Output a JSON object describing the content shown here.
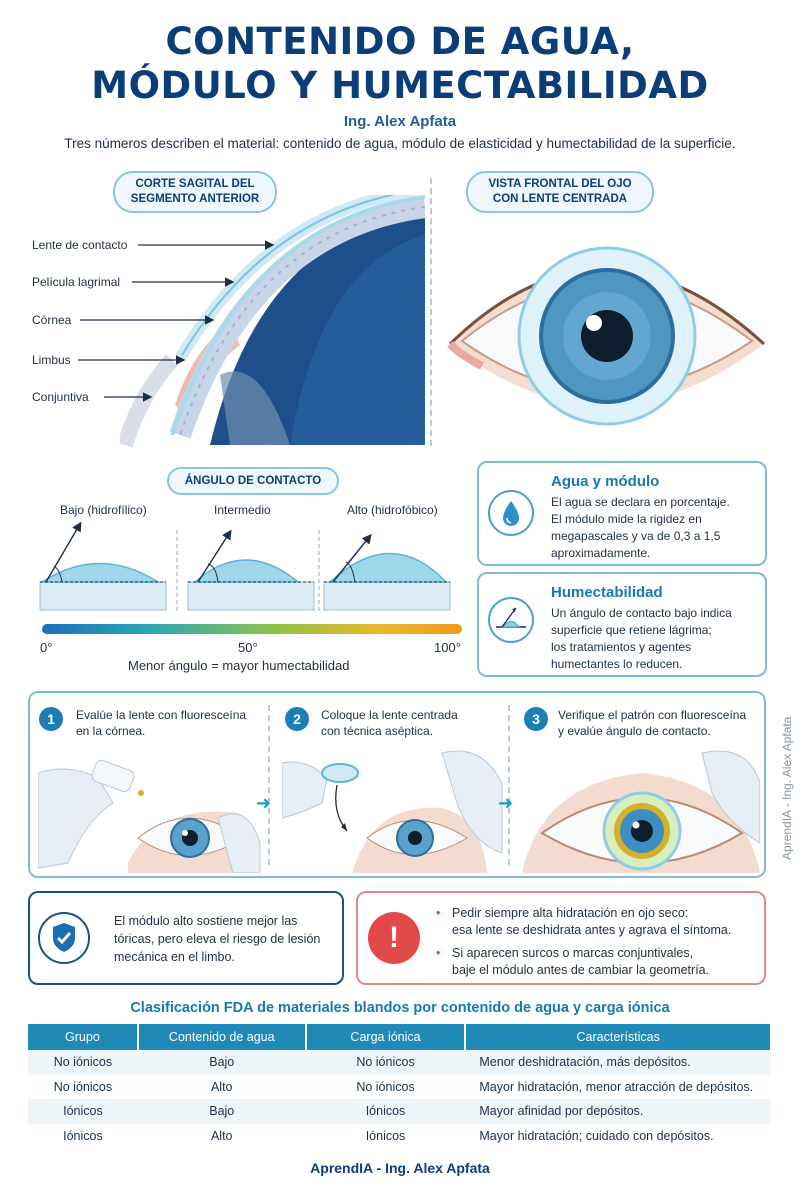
{
  "header": {
    "title_line1": "CONTENIDO DE AGUA,",
    "title_line2": "MÓDULO Y HUMECTABILIDAD",
    "author": "Ing. Alex Apfata",
    "subtitle": "Tres números describen el material: contenido de agua, módulo de elasticidad y humectabilidad de la superficie."
  },
  "sagittal": {
    "pill_line1": "CORTE SAGITAL DEL",
    "pill_line2": "SEGMENTO ANTERIOR",
    "labels": [
      "Lente de contacto",
      "Película lagrimal",
      "Córnea",
      "Limbus",
      "Conjuntiva"
    ]
  },
  "frontal": {
    "pill_line1": "VISTA FRONTAL DEL OJO",
    "pill_line2": "CON LENTE CENTRADA"
  },
  "contact_angle": {
    "pill": "ÁNGULO DE CONTACTO",
    "drops": [
      "Bajo (hidrofílico)",
      "Intermedio",
      "Alto (hidrofóbico)"
    ],
    "scale_min": "0°",
    "scale_mid": "50°",
    "scale_max": "100°",
    "caption": "Menor ángulo = mayor humectabilidad"
  },
  "cards": {
    "water": {
      "title": "Agua y módulo",
      "lines": [
        "El agua se declara en porcentaje.",
        "El módulo mide la rigidez en",
        "megapascales y va de 0,3 a 1,5",
        "aproximadamente."
      ]
    },
    "wet": {
      "title": "Humectabilidad",
      "lines": [
        "Un ángulo de contacto bajo indica",
        "superficie que retiene lágrima;",
        "los tratamientos y agentes",
        "humectantes lo reducen."
      ]
    }
  },
  "steps": [
    {
      "num": "1",
      "line1": "Evalúe la lente con fluoresceína",
      "line2": "en la córnea."
    },
    {
      "num": "2",
      "line1": "Coloque la lente centrada",
      "line2": "con técnica aséptica."
    },
    {
      "num": "3",
      "line1": "Verifique el patrón con fluoresceína",
      "line2": "y evalúe ángulo de contacto."
    }
  ],
  "info": {
    "lines": [
      "El módulo alto sostiene mejor las",
      "tóricas, pero eleva el riesgo de lesión",
      "mecánica en el limbo."
    ]
  },
  "warning": {
    "items": [
      {
        "line1": "Pedir siempre alta hidratación en ojo seco:",
        "line2": "esa lente se deshidrata antes y agrava el síntoma."
      },
      {
        "line1": "Si aparecen surcos o marcas conjuntivales,",
        "line2": "baje el módulo antes de cambiar la geometría."
      }
    ]
  },
  "table": {
    "title": "Clasificación FDA de materiales blandos por contenido de agua y carga iónica",
    "headers": [
      "Grupo",
      "Contenido de agua",
      "Carga iónica",
      "Características"
    ],
    "rows": [
      [
        "No iónicos",
        "Bajo",
        "No iónicos",
        "Menor deshidratación, más depósitos."
      ],
      [
        "No iónicos",
        "Alto",
        "No iónicos",
        "Mayor hidratación, menor atracción de depósitos."
      ],
      [
        "Iónicos",
        "Bajo",
        "Iónicos",
        "Mayor afinidad por depósitos."
      ],
      [
        "Iónicos",
        "Alto",
        "Iónicos",
        "Mayor hidratación; cuidado con depósitos."
      ]
    ]
  },
  "footer": "AprendIA - Ing. Alex Apfata",
  "watermark": "AprendIA - Ing. Alex Apfata",
  "colors": {
    "title": "#0b3d78",
    "accent": "#1779b4",
    "card_border": "#7fb9dc",
    "warning_red": "#e24a4a"
  }
}
